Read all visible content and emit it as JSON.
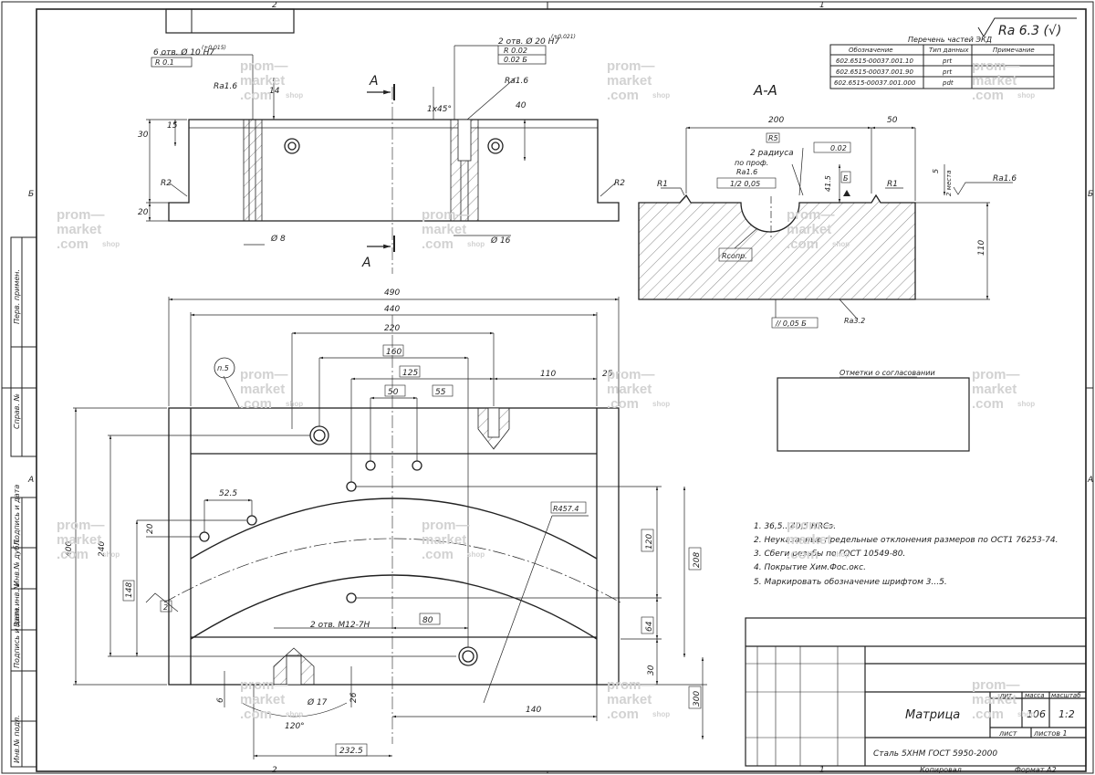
{
  "title_block": {
    "name": "Матрица",
    "material": "Сталь 5ХНМ ГОСТ 5950-2000",
    "lit_label": "лит",
    "mass_label": "масса",
    "scale_label": "масштаб",
    "mass": "106",
    "scale": "1:2",
    "sheet_label": "лист",
    "sheets_label": "листов 1",
    "copied": "Копировал",
    "format": "Формат А2"
  },
  "frame": {
    "zone_top_2": "2",
    "zone_top_1": "1",
    "zone_bottom_2": "2",
    "zone_bottom_1": "1",
    "zone_left_b": "Б",
    "zone_left_a": "А",
    "zone_right_b": "Б",
    "zone_right_a": "А"
  },
  "side_columns": [
    "Перв. примен.",
    "Справ. №",
    "Подпись и дата",
    "Инв.№ дубл.",
    "Взам.инв.№",
    "Подпись и дата",
    "Инв.№ подл."
  ],
  "surface_roughness": "Ra 6.3 (√)",
  "parts_table": {
    "title": "Перечень частей ЭКД",
    "headers": [
      "Обозначение",
      "Тип данных",
      "Примечание"
    ],
    "rows": [
      [
        "602.6515-00037.001.10",
        "prt",
        ""
      ],
      [
        "602.6515-00037.001.90",
        "prt",
        ""
      ],
      [
        "602.6515-00037.001.000",
        "pdt",
        ""
      ]
    ]
  },
  "notes": [
    "1. 36,5...40,5 HRCэ.",
    "2. Неуказанные предельные отклонения размеров по ОСТ1 76253-74.",
    "3. Сбеги резьбы по ГОСТ 10549-80.",
    "4. Покрытие Хим.Фос.окс.",
    "5. Маркировать обозначение шрифтом 3...5."
  ],
  "approval_box": "Отметки о согласовании",
  "section_label": "А-А",
  "section_marker": "А",
  "dims": {
    "d490": "490",
    "d440": "440",
    "d220": "220",
    "d160": "160",
    "d125": "125",
    "d110": "110",
    "d25": "25",
    "d50": "50",
    "d55": "55",
    "d52_5": "52.5",
    "d20": "20",
    "d240": "240",
    "d400": "400",
    "d148": "148",
    "d2": "2",
    "r457": "R457.4",
    "d120": "120",
    "d208": "208",
    "d64": "64",
    "d30": "30",
    "d300": "300",
    "d80": "80",
    "d140": "140",
    "d232": "232.5",
    "d6": "6",
    "d26": "26",
    "phi17": "Ø 17",
    "a120": "120°",
    "thread": "2 отв. М12-7Н",
    "p5": "п.5",
    "holes6": "6 отв. Ø 10 Н7",
    "holes6_tol": "(+0,015)",
    "pos01": "R 0.1",
    "holes2": "2 отв. Ø 20 Н7",
    "holes2_tol": "(+0,021)",
    "pos02": "R 0.02",
    "perp": "0.02 Б",
    "ra16a": "Ra1.6",
    "ra16b": "Ra1.6",
    "ra16c": "Ra1.6",
    "ra16d": "Ra1.6",
    "ra32": "Ra3.2",
    "d15": "15",
    "d30b": "30",
    "d20b": "20",
    "d40": "40",
    "d14": "14",
    "cham": "1х45°",
    "r2a": "R2",
    "r2b": "R2",
    "phi8": "Ø 8",
    "phi16": "Ø 16",
    "s200": "200",
    "s50": "50",
    "r5": "R5",
    "rad2": "2 радиуса",
    "prof": "по проф.",
    "profile_tol": "1/2 0,05",
    "flat": "0.02",
    "d41_5": "41.5",
    "b_box": "Б",
    "d5": "5",
    "places2": "2 места",
    "r1a": "R1",
    "r1b": "R1",
    "d110b": "110",
    "rsopr": "Rсопр.",
    "par": "// 0,05 Б"
  }
}
